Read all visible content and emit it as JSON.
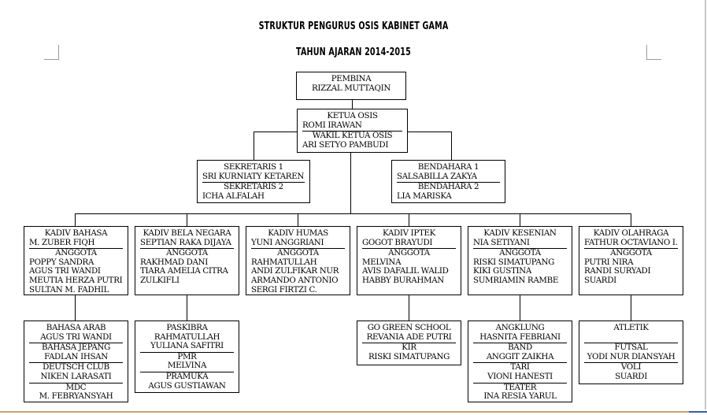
{
  "title": {
    "line1": "STRUKTUR PENGURUS OSIS KABINET GAMA",
    "line2": "TAHUN AJARAN 2014-2015"
  },
  "pembina": {
    "role": "PEMBINA",
    "name": "RIZZAL MUTTAQIN"
  },
  "ketua": {
    "role": "KETUA OSIS",
    "name": "ROMI IRAWAN",
    "wakil_role": "WAKIL KETUA OSIS",
    "wakil_name": "ARI SETYO PAMBUDI"
  },
  "sekretaris": {
    "role1": "SEKRETARIS 1",
    "name1": "SRI KURNIATY KETAREN",
    "role2": "SEKRETARIS 2",
    "name2": "ICHA ALFALAH"
  },
  "bendahara": {
    "role1": "BENDAHARA 1",
    "name1": "SALSABILLA ZAKYA",
    "role2": "BENDAHARA 2",
    "name2": "LIA MARISKA"
  },
  "divisions": [
    {
      "role": "KADIV BAHASA",
      "head": "M. ZUBER FIQH",
      "members_label": "ANGGOTA",
      "members": [
        "POPPY SANDRA",
        "AGUS TRI WANDI",
        "MEUTIA HERZA PUTRI",
        "SULTAN M. FADHIL"
      ]
    },
    {
      "role": "KADIV BELA NEGARA",
      "head": "SEPTIAN RAKA DIJAYA",
      "members_label": "ANGGOTA",
      "members": [
        "RAKHMAD DANI",
        "TIARA AMELIA CITRA",
        "ZULKIFLI"
      ]
    },
    {
      "role": "KADIV HUMAS",
      "head": "YUNI ANGGRIANI",
      "members_label": "ANGGOTA",
      "members": [
        "RAHMATULLAH",
        "ANDI ZULFIKAR NUR",
        "ARMANDO ANTONIO",
        "SERGI FIRTZI C."
      ]
    },
    {
      "role": "KADIV IPTEK",
      "head": "GOGOT BRAYUDI",
      "members_label": "ANGGOTA",
      "members": [
        "MELVINA",
        "AVIS DAFALIL WALID",
        "HABBY BURAHMAN"
      ]
    },
    {
      "role": "KADIV KESENIAN",
      "head": "NIA SETIYANI",
      "members_label": "ANGGOTA",
      "members": [
        "RISKI SIMATUPANG",
        "KIKI GUSTINA",
        "SUMRIAMIN RAMBE"
      ]
    },
    {
      "role": "KADIV OLAHRAGA",
      "head": "FATHUR OCTAVIANO I.",
      "members_label": "ANGGOTA",
      "members": [
        "PUTRI NIRA",
        "RANDI SURYADI",
        "SUARDI"
      ]
    }
  ],
  "clubs": {
    "bahasa": [
      {
        "name": "BAHASA ARAB",
        "leader": "AGUS TRI WANDI"
      },
      {
        "name": "BAHASA JEPANG",
        "leader": "FADLAN IHSAN"
      },
      {
        "name": "DEUTSCH CLUB",
        "leader": "NIKEN LARASATI"
      },
      {
        "name": "MDC",
        "leader": "M. FEBRYANSYAH"
      }
    ],
    "bela_negara": [
      {
        "name": "PASKIBRA",
        "leader": "RAHMATULLAH",
        "leader2": "YULIANA SAFITRI"
      },
      {
        "name": "PMR",
        "leader": "MELVINA"
      },
      {
        "name": "PRAMUKA",
        "leader": "AGUS GUSTIAWAN"
      }
    ],
    "iptek": [
      {
        "name": "GO GREEN SCHOOL",
        "leader": "REVANIA ADE PUTRI"
      },
      {
        "name": "KIR",
        "leader": "RISKI SIMATUPANG"
      }
    ],
    "kesenian": [
      {
        "name": "ANGKLUNG",
        "leader": "HASNITA FEBRIANI"
      },
      {
        "name": "BAND",
        "leader": "ANGGIT ZAIKHA"
      },
      {
        "name": "TARI",
        "leader": "VIONI HANESTI"
      },
      {
        "name": "TEATER",
        "leader": "INA RESIA YARUL"
      }
    ],
    "olahraga": [
      {
        "name": "ATLETIK",
        "leader": ""
      },
      {
        "name": "FUTSAL",
        "leader": "YODI NUR DIANSYAH"
      },
      {
        "name": "VOLI",
        "leader": "SUARDI"
      }
    ]
  }
}
